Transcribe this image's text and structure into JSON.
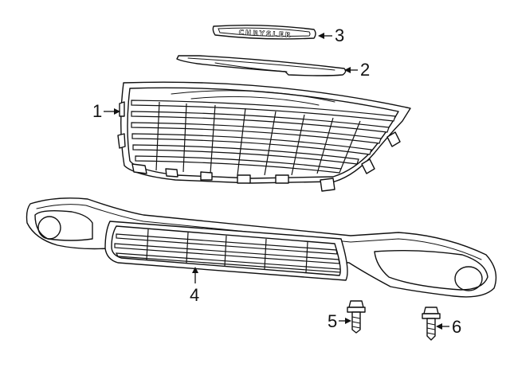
{
  "diagram": {
    "brand_text": "CHRYSLER",
    "callouts": [
      {
        "id": "1",
        "label": "1"
      },
      {
        "id": "2",
        "label": "2"
      },
      {
        "id": "3",
        "label": "3"
      },
      {
        "id": "4",
        "label": "4"
      },
      {
        "id": "5",
        "label": "5"
      },
      {
        "id": "6",
        "label": "6"
      }
    ]
  }
}
